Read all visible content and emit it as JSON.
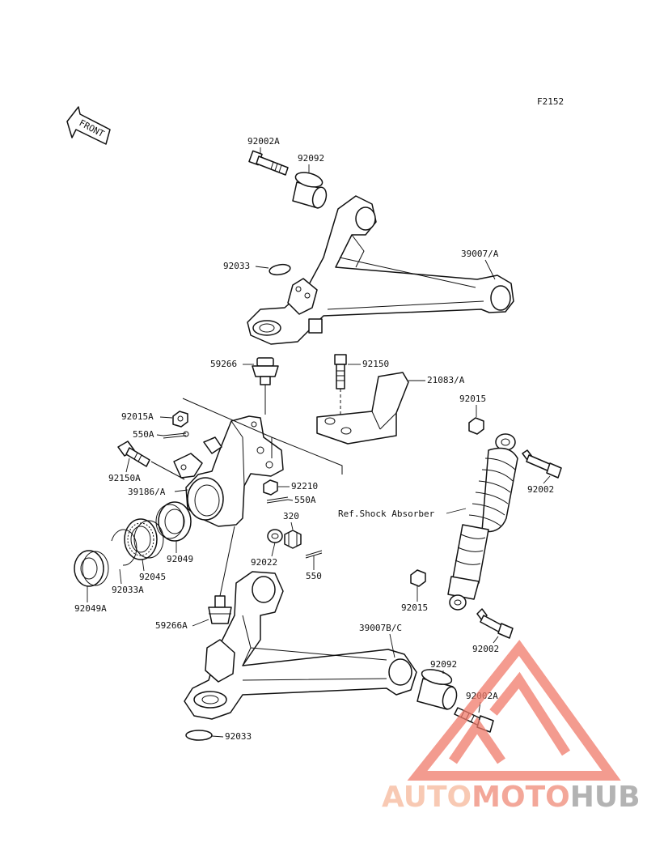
{
  "diagram": {
    "code": "F2152",
    "front_label": "FRONT",
    "ref_shock": "Ref.Shock Absorber",
    "labels": {
      "p92002A_top": "92002A",
      "p92092_top": "92092",
      "p39007A": "39007/A",
      "p92033_top": "92033",
      "p59266": "59266",
      "p92150": "92150",
      "p21083A": "21083/A",
      "p92015A": "92015A",
      "p92015_right": "92015",
      "p550A_left": "550A",
      "p92150A": "92150A",
      "p39186A": "39186/A",
      "p92210": "92210",
      "p550A_right": "550A",
      "p92002_right": "92002",
      "p320": "320",
      "p92049": "92049",
      "p92022": "92022",
      "p550": "550",
      "p92045": "92045",
      "p92033A": "92033A",
      "p92049A": "92049A",
      "p92015_lower": "92015",
      "p59266A": "59266A",
      "p39007BC": "39007B/C",
      "p92002_lower": "92002",
      "p92092_bottom": "92092",
      "p92002A_bottom": "92002A",
      "p92033_bottom": "92033"
    }
  },
  "watermark": {
    "part1": "AUTO",
    "part2": "MOTO",
    "part3": "HUB",
    "color1": "#f6b89a",
    "color2": "#f08a78",
    "color3": "#9a9a9a",
    "triangle_color": "#f07a6a"
  }
}
